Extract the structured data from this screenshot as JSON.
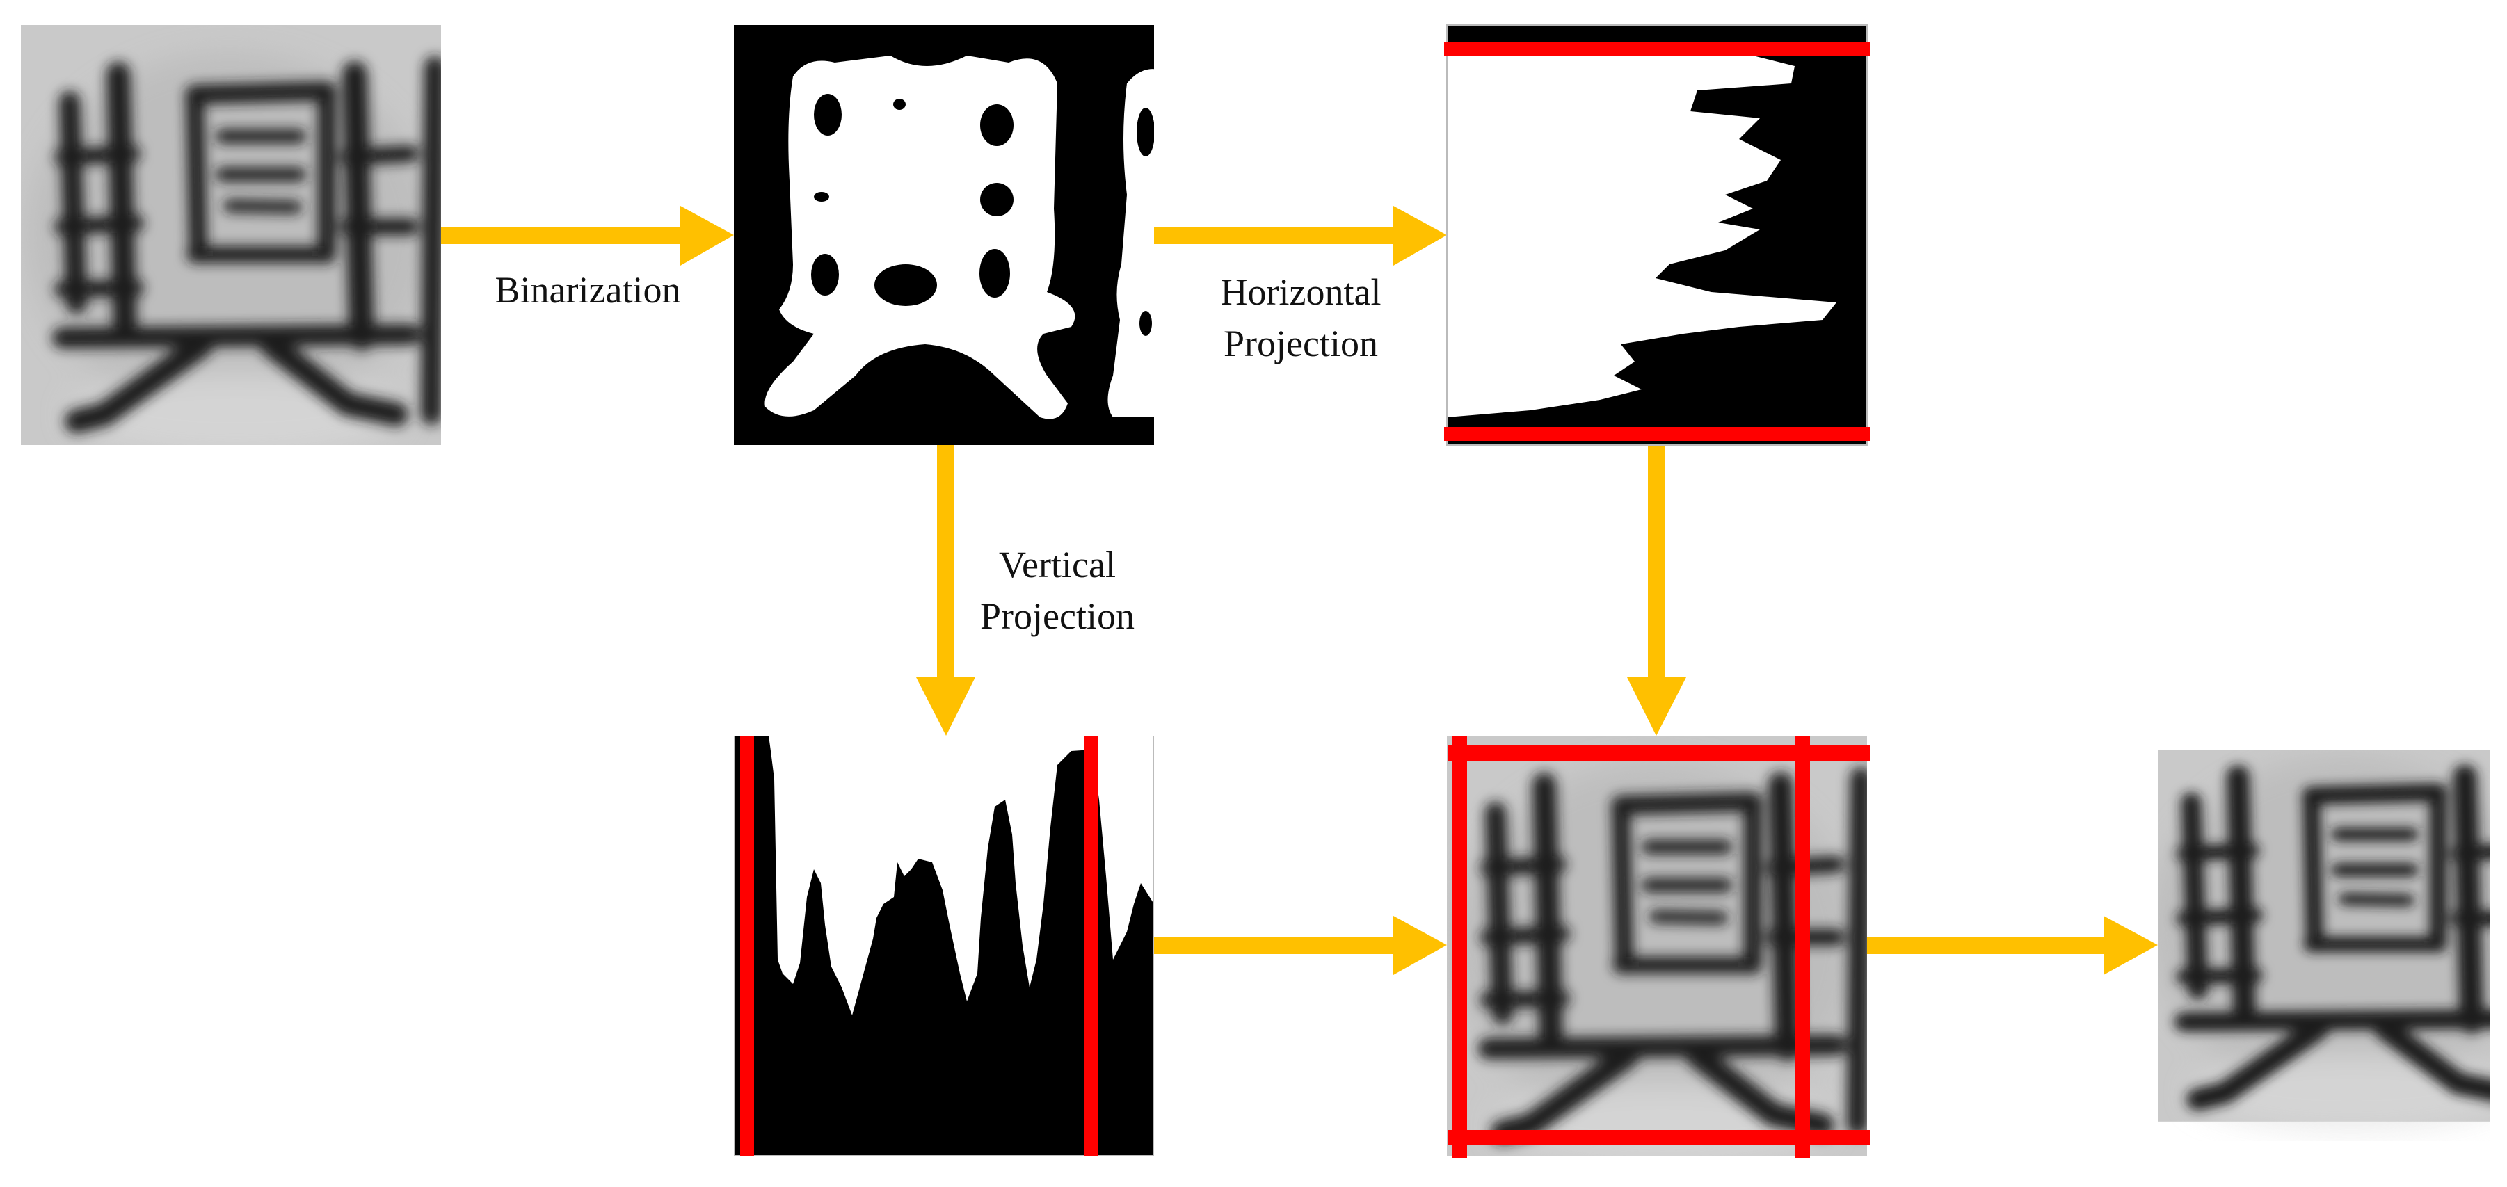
{
  "labels": {
    "binarization": "Binarization",
    "horizontal_line1": "Horizontal",
    "horizontal_line2": "Projection",
    "vertical_line1": "Vertical",
    "vertical_line2": "Projection"
  },
  "colors": {
    "arrow": "#FFC000",
    "boundary": "#FF0000",
    "ink": "#000000",
    "paper": "#FFFFFF",
    "scan_bg": "#C8C8C8",
    "scan_ink": "#202020"
  }
}
